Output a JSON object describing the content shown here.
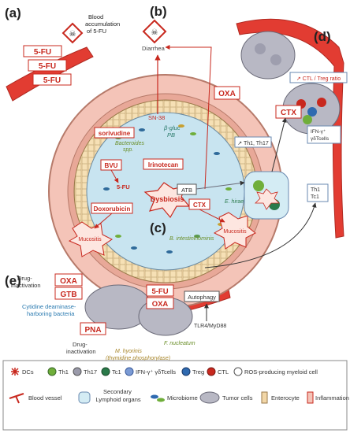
{
  "panels": {
    "a": "(a)",
    "b": "(b)",
    "c": "(c)",
    "d": "(d)",
    "e": "(e)"
  },
  "panel_a": {
    "blood_text": [
      "Blood",
      "accumulation",
      "of 5-FU"
    ],
    "drug": "5-FU"
  },
  "panel_b": {
    "diarrhea": "Diarrhea",
    "sn38": "SN-38",
    "bglucpb": [
      "β-gluc",
      "PB"
    ],
    "irinotecan": "Irinotecan"
  },
  "panel_c": {
    "sorivudine": "sorivudine",
    "bacteroides": [
      "Bacteroides",
      "spp."
    ],
    "bvu": "BVU",
    "fu": "5-FU",
    "doxorubicin": "Doxorubicin",
    "dysbiosis": "Dysbiosis",
    "atb": "ATB",
    "ctx": "CTX",
    "e_hirae": "E. hirae",
    "b_intestinihominis": "B. intestinihominis",
    "mucositis": "Mucositis"
  },
  "panel_d": {
    "oxa": "OXA",
    "ctx": "CTX",
    "ctl_treg": "CTL / Treg ratio",
    "th1_th17": "Th1, Th17",
    "ifn": [
      "IFN-γ⁺",
      "γδTcells"
    ],
    "th1": "Th1",
    "tc1": "Tc1"
  },
  "panel_e": {
    "drug_inactivation": [
      "Drug-",
      "inactivation"
    ],
    "oxa": "OXA",
    "gtb": "GTB",
    "cytidine": [
      "Cytidine deaminase-",
      "harboring bacteria"
    ],
    "pna": "PNA",
    "m_hyorinis": [
      "M. hyorinis",
      "(thymidine phosphorylase)"
    ],
    "fu": "5-FU",
    "oxa2": "OXA",
    "autophagy": "Autophagy",
    "tlr": "TLR4/MyD88",
    "f_nucleatum": "F. nucleatum"
  },
  "legend": {
    "dcs": "DCs",
    "th1": "Th1",
    "th17": "Th17",
    "tc1": "Tc1",
    "ifn": "IFN-γ⁺ γδTcells",
    "treg": "Treg",
    "ctl": "CTL",
    "ros": "ROS-producing myeloid cell",
    "blood_vessel": "Blood vessel",
    "lymphoid": [
      "Secondary",
      "Lymphoid organs"
    ],
    "microbiome": "Microbiome",
    "tumor": "Tumor cells",
    "enterocyte": "Enterocyte",
    "inflammation": "Inflammation"
  },
  "colors": {
    "drug_red": "#c8281e",
    "pink_wall": "#f4c4b8",
    "lumen_blue": "#c8e4f0",
    "green_text": "#6b8f2a",
    "vessel_red": "#e23c32"
  }
}
